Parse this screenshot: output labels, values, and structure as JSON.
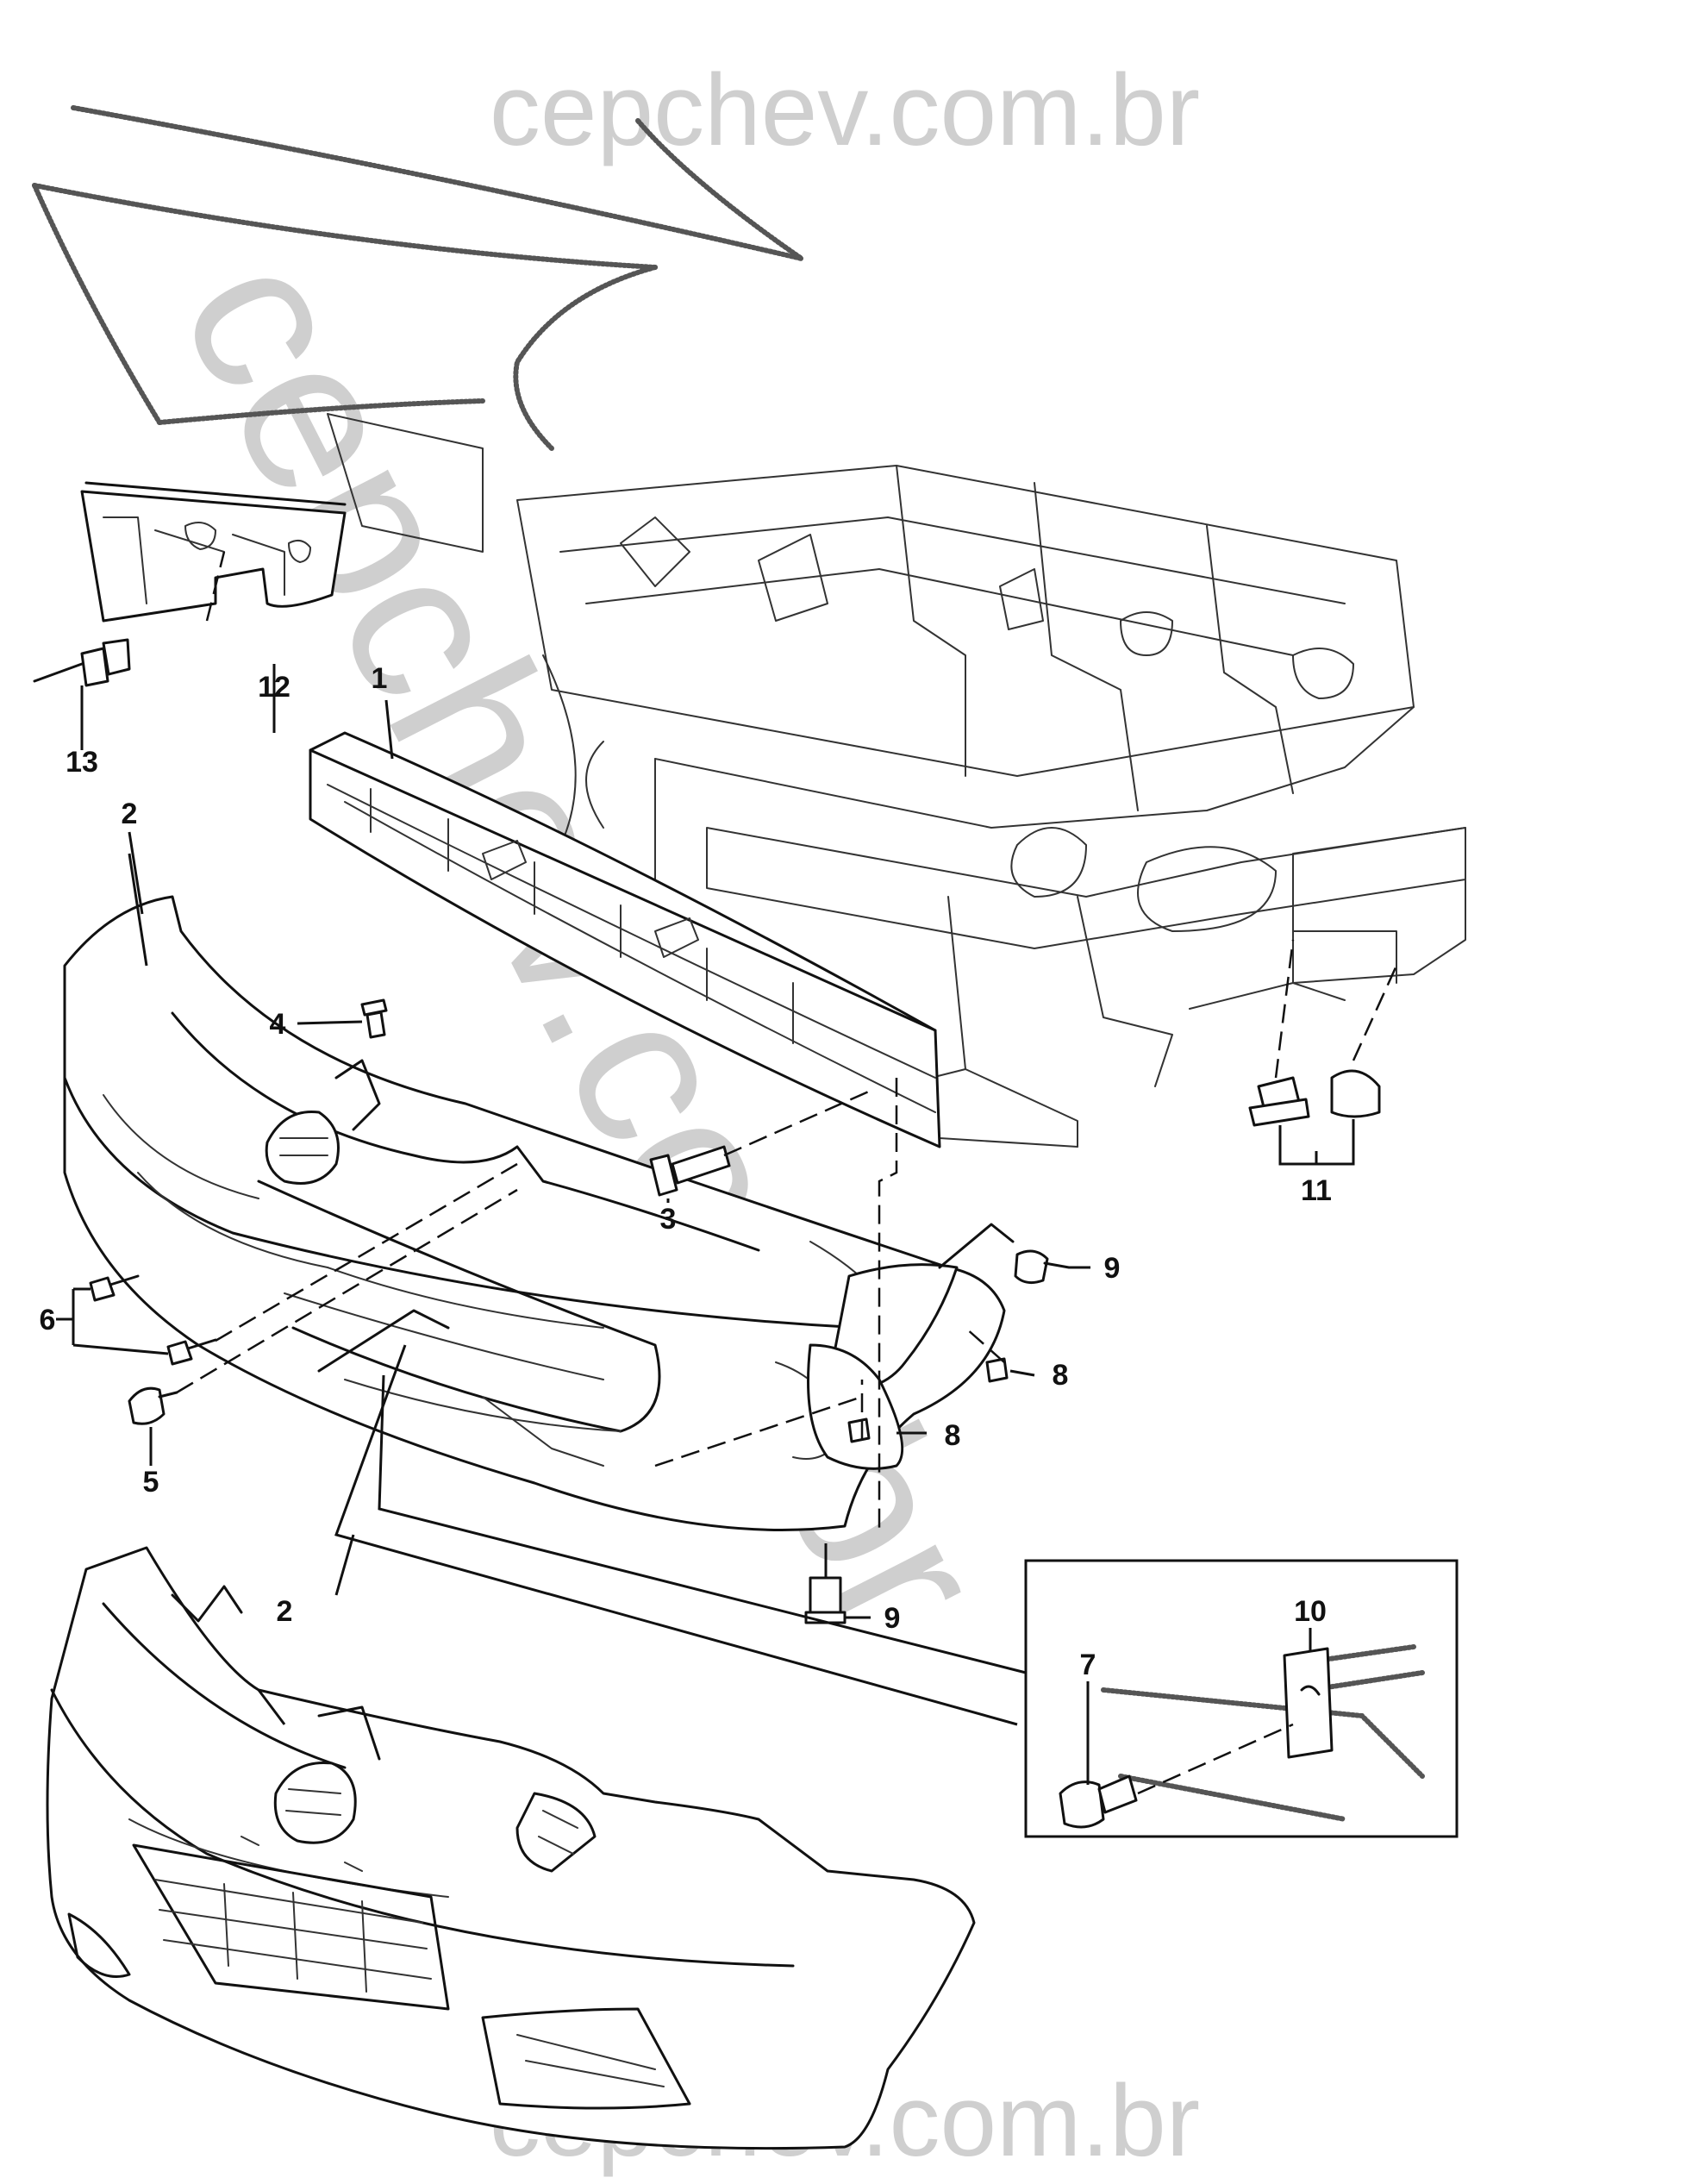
{
  "watermark": {
    "top": "cepchev.com.br",
    "bottom": "cepchev.com.br",
    "diagonal": "cepchev.com.br",
    "color": "#cfcfcf"
  },
  "labels": {
    "p1": "1",
    "p2_top": "2",
    "p2_bottom": "2",
    "p3": "3",
    "p4": "4",
    "p5": "5",
    "p6": "6",
    "p7": "7",
    "p8_right": "8",
    "p8_lower": "8",
    "p9_top": "9",
    "p9_bottom": "9",
    "p10": "10",
    "p11": "11",
    "p12": "12",
    "p13": "13"
  }
}
